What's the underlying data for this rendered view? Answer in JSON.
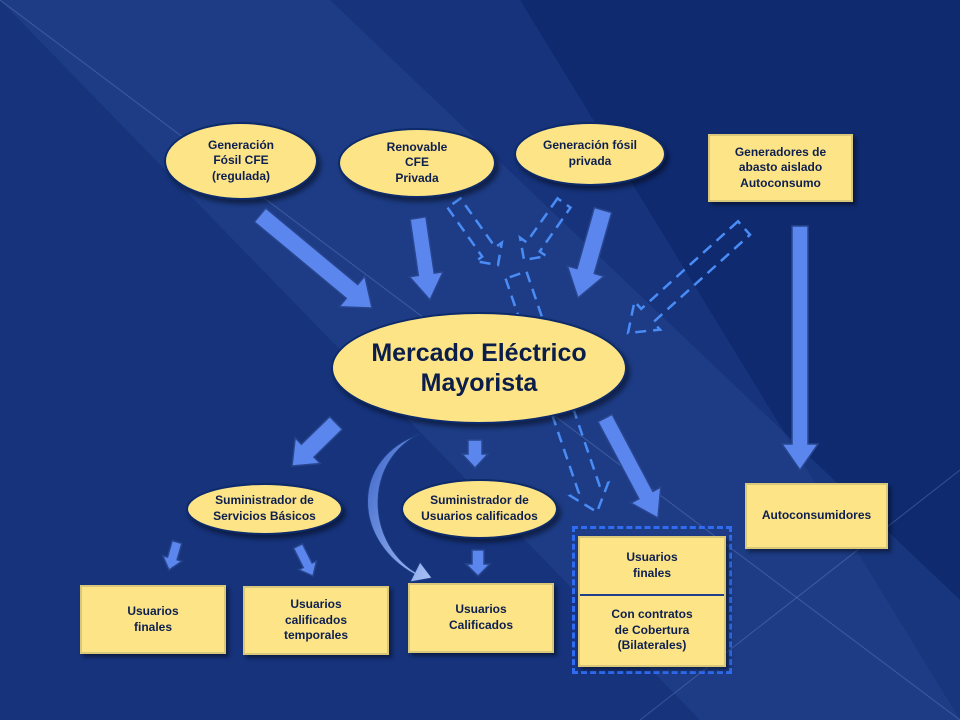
{
  "colors": {
    "background": "#0f2a6f",
    "node_fill": "#fde486",
    "arrow_fill": "#5b86ee",
    "arrow_dashed": "#4a8cf6",
    "text": "#0d1f4f"
  },
  "nodes": {
    "gen_fosil_cfe": "Generación\nFósil CFE\n(regulada)",
    "renovable_cfe": "Renovable\nCFE\nPrivada",
    "gen_fosil_privada": "Generación fósil\nprivada",
    "generadores_abasto": "Generadores de\nabasto aislado\nAutoconsumo",
    "mercado": "Mercado Eléctrico\nMayorista",
    "suministrador_basicos": "Suministrador de\nServicios Básicos",
    "suministrador_calificados": "Suministrador de\nUsuarios calificados",
    "autoconsumidores": "Autoconsumidores",
    "usuarios_finales": "Usuarios\nfinales",
    "usuarios_temporales": "Usuarios\ncalificados\ntemporales",
    "usuarios_calificados": "Usuarios\nCalificados",
    "usuarios_finales_bilat": "Usuarios\nfinales",
    "contratos_cobertura": "Con contratos\nde Cobertura\n(Bilaterales)"
  }
}
